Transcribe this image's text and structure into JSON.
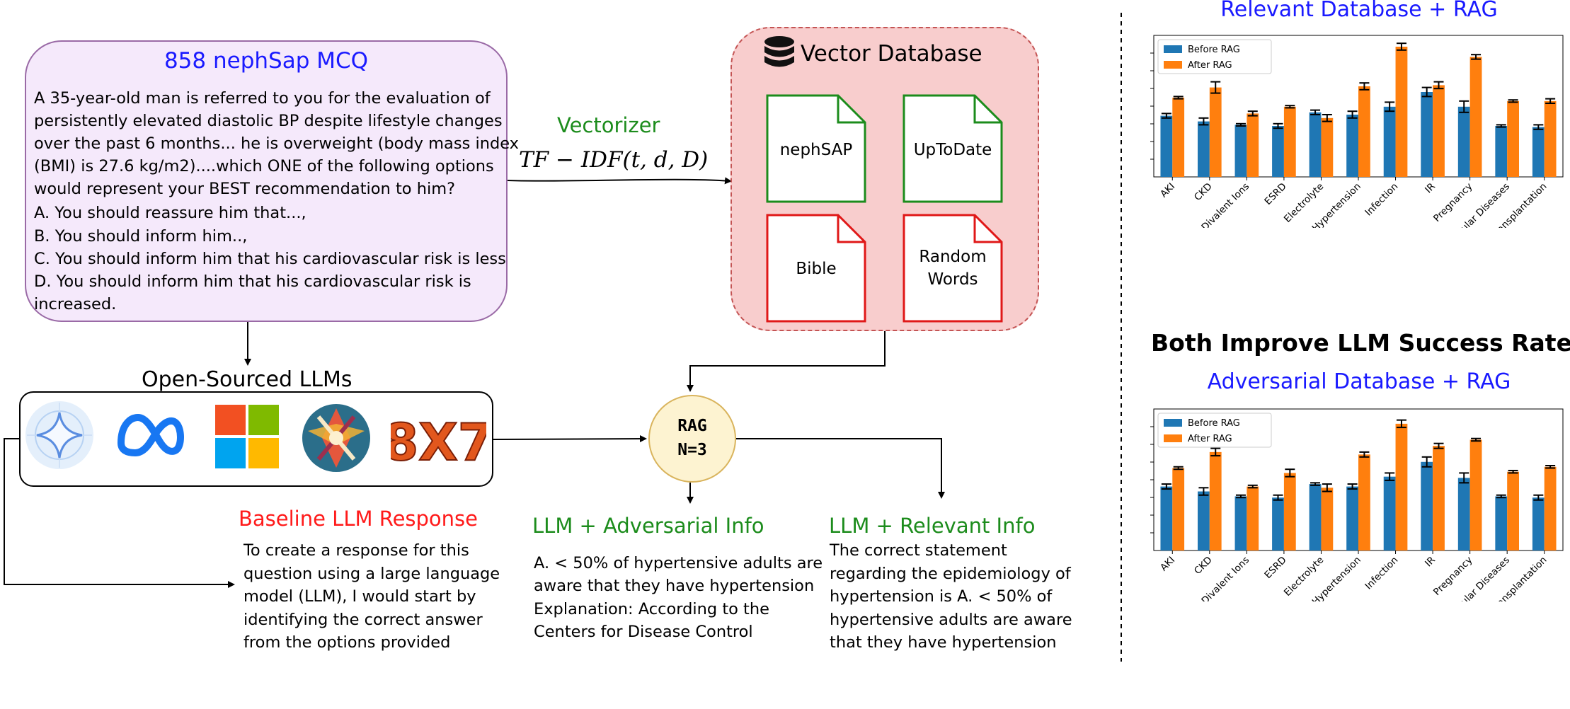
{
  "mcq": {
    "title": "858 nephSap MCQ",
    "lines": [
      "A 35-year-old man is referred to you for the evaluation of",
      "persistently elevated diastolic BP despite lifestyle changes",
      "over the past 6 months... he is overweight (body mass index",
      "(BMI) is 27.6 kg/m2)....which ONE of the following options",
      "would represent your BEST recommendation to him?",
      "A. You should reassure him that...,",
      "B. You should inform him..,",
      "C. You should inform him that his cardiovascular risk is less",
      "D. You should inform him that his cardiovascular risk is",
      "increased."
    ]
  },
  "vectorizer": {
    "label": "Vectorizer",
    "formula": "TF − IDF(t, d, D)"
  },
  "vector_db": {
    "title": "Vector Database",
    "icon": "database-icon",
    "docs": [
      {
        "label": "nephSAP",
        "color": "#1c8c1c"
      },
      {
        "label": "UpToDate",
        "color": "#1c8c1c"
      },
      {
        "label": "Bible",
        "color": "#e01818"
      },
      {
        "label": "Random Words",
        "color": "#e01818"
      }
    ]
  },
  "llms": {
    "title": "Open-Sourced LLMs",
    "logos": [
      "gemma-logo",
      "meta-logo",
      "microsoft-logo",
      "mistral-art-logo",
      "mixtral-8x7-logo"
    ],
    "mixtral_text": "8X7"
  },
  "rag": {
    "line1": "RAG",
    "line2": "N=3"
  },
  "baseline": {
    "heading": "Baseline LLM Response",
    "heading_color": "#ff1a1a",
    "lines": [
      "To create a response for this",
      "question using a large language",
      "model (LLM), I would start by",
      "identifying the correct answer",
      "from the options provided"
    ]
  },
  "adversarial": {
    "heading": "LLM + Adversarial Info",
    "heading_color": "#1c8c1c",
    "lines": [
      "A. < 50% of hypertensive adults are",
      "aware that they have hypertension",
      "Explanation: According to the",
      "Centers for Disease Control"
    ]
  },
  "relevant": {
    "heading": "LLM + Relevant Info",
    "heading_color": "#1c8c1c",
    "lines": [
      "The correct statement",
      "regarding the epidemiology of",
      "hypertension is A. < 50% of",
      "hypertensive adults are aware",
      "that they have hypertension"
    ]
  },
  "summary": {
    "title": "Both Improve LLM Success Rate"
  },
  "chart_data": [
    {
      "type": "bar",
      "title": "Relevant Database + RAG",
      "categories": [
        "AKI",
        "CKD",
        "Divalent Ions",
        "ESRD",
        "Electrolyte",
        "Hypertension",
        "Infection",
        "IR",
        "Pregnancy",
        "Glomerular Diseases",
        "Transplantation"
      ],
      "series": [
        {
          "name": "Before RAG",
          "color": "#1f77b4",
          "values": [
            0.54,
            0.49,
            0.46,
            0.45,
            0.57,
            0.55,
            0.62,
            0.75,
            0.62,
            0.45,
            0.44
          ],
          "errors": [
            0.02,
            0.03,
            0.01,
            0.02,
            0.02,
            0.03,
            0.04,
            0.04,
            0.05,
            0.01,
            0.02
          ]
        },
        {
          "name": "After RAG",
          "color": "#ff7f0e",
          "values": [
            0.7,
            0.79,
            0.56,
            0.62,
            0.52,
            0.8,
            1.15,
            0.81,
            1.06,
            0.67,
            0.67
          ],
          "errors": [
            0.01,
            0.05,
            0.02,
            0.01,
            0.03,
            0.03,
            0.03,
            0.03,
            0.02,
            0.01,
            0.02
          ]
        }
      ],
      "ylim": [
        0,
        1.25
      ],
      "legend": "top-left",
      "xlabel": "",
      "ylabel": ""
    },
    {
      "type": "bar",
      "title": "Adversarial Database + RAG",
      "categories": [
        "AKI",
        "CKD",
        "Divalent Ions",
        "ESRD",
        "Electrolyte",
        "Hypertension",
        "Infection",
        "IR",
        "Pregnancy",
        "Glomerular Diseases",
        "Transplantation"
      ],
      "series": [
        {
          "name": "Before RAG",
          "color": "#1f77b4",
          "values": [
            0.52,
            0.48,
            0.44,
            0.43,
            0.54,
            0.52,
            0.6,
            0.72,
            0.59,
            0.44,
            0.43
          ],
          "errors": [
            0.02,
            0.03,
            0.01,
            0.02,
            0.01,
            0.02,
            0.03,
            0.04,
            0.04,
            0.01,
            0.02
          ]
        },
        {
          "name": "After RAG",
          "color": "#ff7f0e",
          "values": [
            0.67,
            0.8,
            0.52,
            0.63,
            0.51,
            0.78,
            1.03,
            0.85,
            0.9,
            0.64,
            0.68
          ],
          "errors": [
            0.01,
            0.03,
            0.01,
            0.03,
            0.03,
            0.02,
            0.03,
            0.02,
            0.01,
            0.01,
            0.01
          ]
        }
      ],
      "ylim": [
        0,
        1.15
      ],
      "legend": "top-left",
      "xlabel": "",
      "ylabel": ""
    }
  ]
}
